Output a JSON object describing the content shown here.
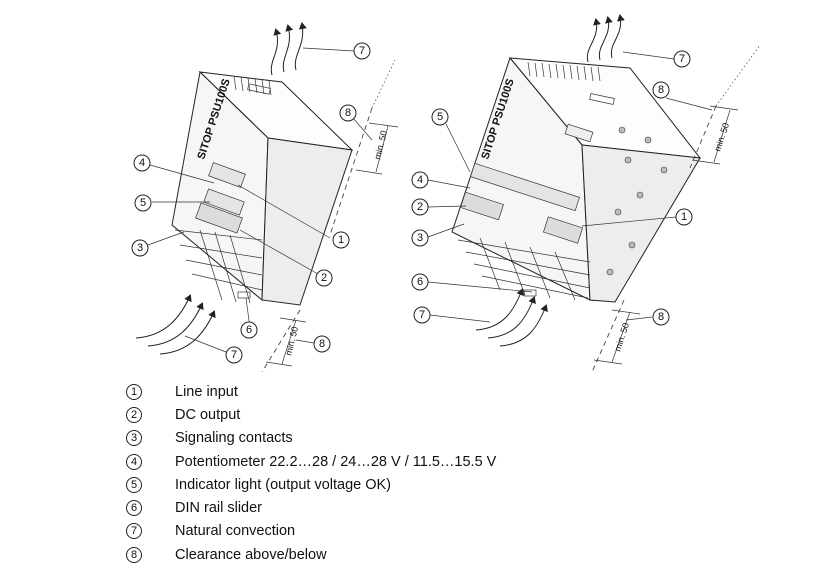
{
  "figure": {
    "left_unit": {
      "model_label": "SITOP PSU100S",
      "clearance_top": "min. 50",
      "clearance_bottom": "min. 50"
    },
    "right_unit": {
      "model_label": "SITOP PSU100S",
      "clearance_top": "min. 50",
      "clearance_bottom": "min. 50"
    }
  },
  "legend": [
    {
      "num": "1",
      "text": "Line input"
    },
    {
      "num": "2",
      "text": "DC output"
    },
    {
      "num": "3",
      "text": "Signaling contacts"
    },
    {
      "num": "4",
      "text": "Potentiometer 22.2…28 / 24…28 V / 11.5…15.5 V"
    },
    {
      "num": "5",
      "text": "Indicator light (output voltage OK)"
    },
    {
      "num": "6",
      "text": "DIN rail slider"
    },
    {
      "num": "7",
      "text": "Natural convection"
    },
    {
      "num": "8",
      "text": "Clearance above/below"
    }
  ]
}
